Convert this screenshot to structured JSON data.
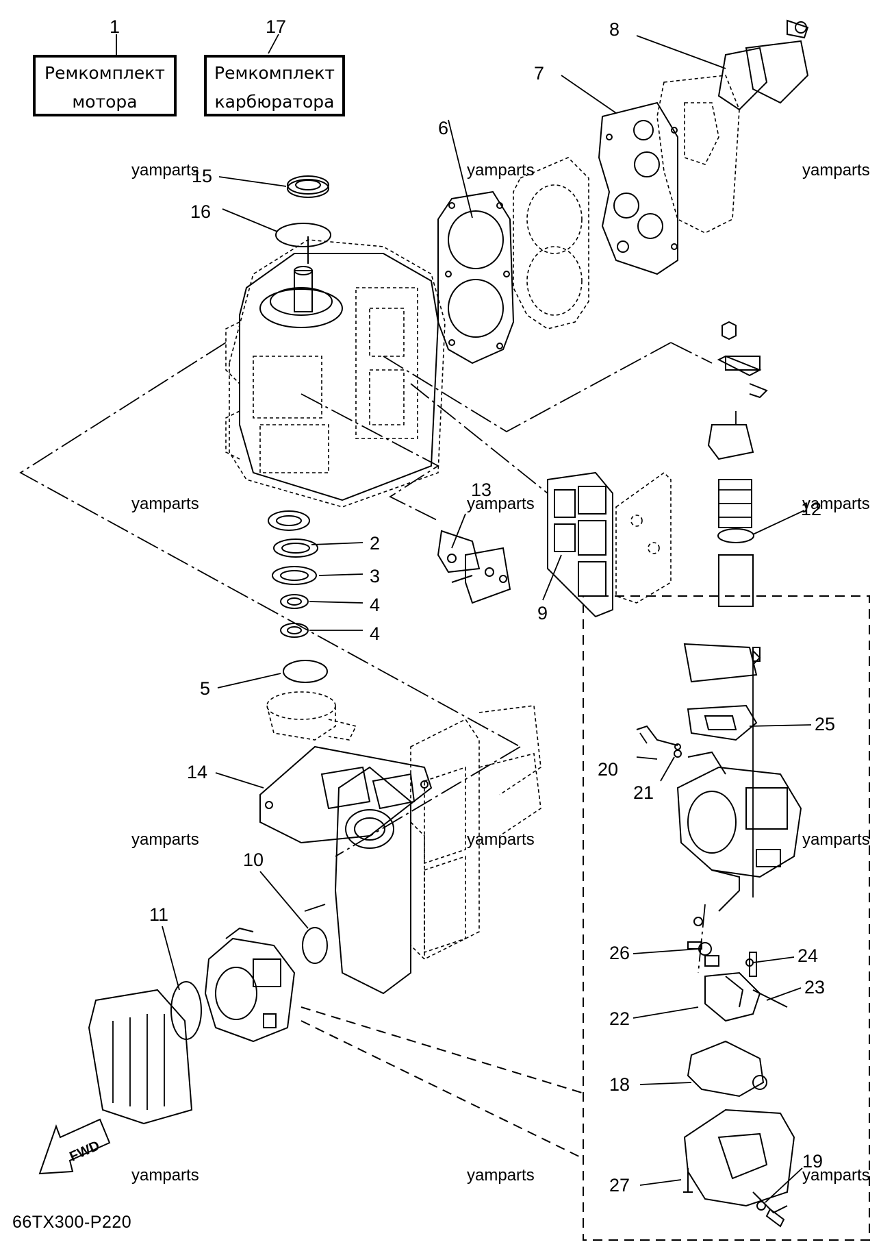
{
  "diagram": {
    "kits": [
      {
        "number": "1",
        "line1": "Ремкомплект",
        "line2": "мотора"
      },
      {
        "number": "17",
        "line1": "Ремкомплект",
        "line2": "карбюратора"
      }
    ],
    "callouts": {
      "c2": "2",
      "c3": "3",
      "c4a": "4",
      "c4b": "4",
      "c5": "5",
      "c6": "6",
      "c7": "7",
      "c8": "8",
      "c9": "9",
      "c10": "10",
      "c11": "11",
      "c12": "12",
      "c13": "13",
      "c14": "14",
      "c15": "15",
      "c16": "16",
      "c18": "18",
      "c19": "19",
      "c20": "20",
      "c21": "21",
      "c22": "22",
      "c23": "23",
      "c24": "24",
      "c25": "25",
      "c26": "26",
      "c27": "27"
    },
    "watermark": "yamparts",
    "fwd_label": "FWD",
    "drawing_code": "66TX300-P220"
  }
}
